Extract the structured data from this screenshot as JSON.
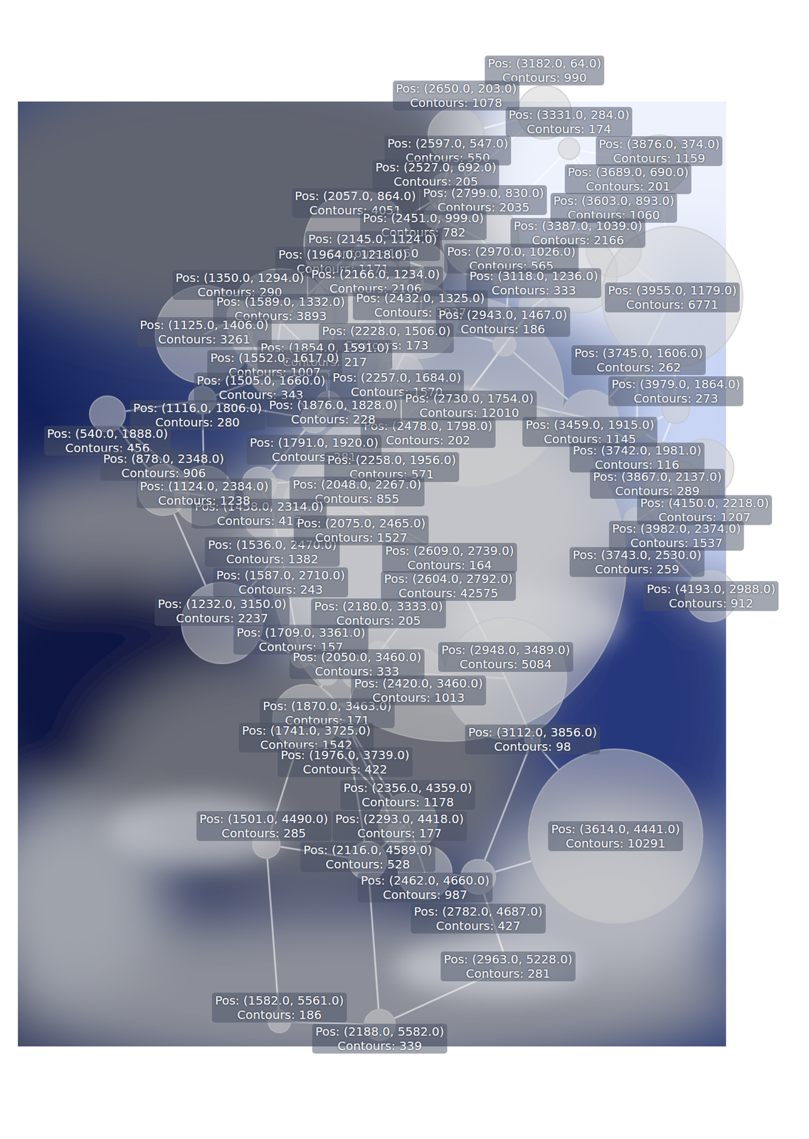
{
  "diagram": {
    "nodes": [
      {
        "text": [
          "Pos: (3182.0, 64.0)",
          "Contours: 990"
        ]
      },
      {
        "text": [
          "Pos: (2650.0, 203.0)",
          "Contours: 1078"
        ]
      },
      {
        "text": [
          "Pos: (3331.0, 284.0)",
          "Contours: 174"
        ]
      },
      {
        "text": [
          "Pos: (3876.0, 374.0)",
          "Contours: 1159"
        ]
      },
      {
        "text": [
          "Pos: (2597.0, 547.0)",
          "Contours: 550"
        ]
      },
      {
        "text": [
          "Pos: (3689.0, 690.0)",
          "Contours: 201"
        ]
      },
      {
        "text": [
          "Pos: (2527.0, 692.0)",
          "Contours: 205"
        ]
      },
      {
        "text": [
          "Pos: (2799.0, 830.0)",
          "Contours: 2035"
        ]
      },
      {
        "text": [
          "Pos: (2057.0, 864.0)",
          "Contours: 4051"
        ]
      },
      {
        "text": [
          "Pos: (3603.0, 893.0)",
          "Contours: 1060"
        ]
      },
      {
        "text": [
          "Pos: (2451.0, 999.0)",
          "Contours: 782"
        ]
      },
      {
        "text": [
          "Pos: (2970.0, 1026.0)",
          "Contours: 565"
        ]
      },
      {
        "text": [
          "Pos: (3387.0, 1039.0)",
          "Contours: 2166"
        ]
      },
      {
        "text": [
          "Pos: (2145.0, 1124.0)",
          "Contours: 1450"
        ]
      },
      {
        "text": [
          "Pos: (3955.0, 1179.0)",
          "Contours: 6771"
        ]
      },
      {
        "text": [
          "Pos: (1964.0, 1218.0)",
          "Contours: 1171"
        ]
      },
      {
        "text": [
          "Pos: (2166.0, 1234.0)",
          "Contours: 2106"
        ]
      },
      {
        "text": [
          "Pos: (3118.0, 1236.0)",
          "Contours: 333"
        ]
      },
      {
        "text": [
          "Pos: (1350.0, 1294.0)",
          "Contours: 290"
        ]
      },
      {
        "text": [
          "Pos: (2432.0, 1325.0)",
          "Contours: 1937"
        ]
      },
      {
        "text": [
          "Pos: (1589.0, 1332.0)",
          "Contours: 3893"
        ]
      },
      {
        "text": [
          "Pos: (1125.0, 1406.0)",
          "Contours: 3261"
        ]
      },
      {
        "text": [
          "Pos: (2943.0, 1467.0)",
          "Contours: 186"
        ]
      },
      {
        "text": [
          "Pos: (2228.0, 1506.0)",
          "Contours: 173"
        ]
      },
      {
        "text": [
          "Pos: (1854.0, 1591.0)",
          "Contours: 217"
        ]
      },
      {
        "text": [
          "Pos: (3745.0, 1606.0)",
          "Contours: 262"
        ]
      },
      {
        "text": [
          "Pos: (1552.0, 1617.0)",
          "Contours: 1007"
        ]
      },
      {
        "text": [
          "Pos: (1505.0, 1660.0)",
          "Contours: 343"
        ]
      },
      {
        "text": [
          "Pos: (2257.0, 1684.0)",
          "Contours: 1570"
        ]
      },
      {
        "text": [
          "Pos: (2730.0, 1754.0)",
          "Contours: 12010"
        ]
      },
      {
        "text": [
          "Pos: (2478.0, 1798.0)",
          "Contours: 202"
        ]
      },
      {
        "text": [
          "Pos: (1116.0, 1806.0)",
          "Contours: 280"
        ]
      },
      {
        "text": [
          "Pos: (1876.0, 1828.0)",
          "Contours: 228"
        ]
      },
      {
        "text": [
          "Pos: (540.0, 1888.0)",
          "Contours: 456"
        ]
      },
      {
        "text": [
          "Pos: (3459.0, 1915.0)",
          "Contours: 1145"
        ]
      },
      {
        "text": [
          "Pos: (1791.0, 1920.0)",
          "Contours: 281"
        ]
      },
      {
        "text": [
          "Pos: (2258.0, 1956.0)",
          "Contours: 571"
        ]
      },
      {
        "text": [
          "Pos: (3979.0, 1864.0)",
          "Contours: 273"
        ]
      },
      {
        "text": [
          "Pos: (3742.0, 1981.0)",
          "Contours: 116"
        ]
      },
      {
        "text": [
          "Pos: (3867.0, 2137.0)",
          "Contours: 289"
        ]
      },
      {
        "text": [
          "Pos: (4150.0, 2218.0)",
          "Contours: 1207"
        ]
      },
      {
        "text": [
          "Pos: (2048.0, 2267.0)",
          "Contours: 855"
        ]
      },
      {
        "text": [
          "Pos: (1458.0, 2314.0)",
          "Contours: 417"
        ]
      },
      {
        "text": [
          "Pos: (878.0, 2348.0)",
          "Contours: 906"
        ]
      },
      {
        "text": [
          "Pos: (1124.0, 2384.0)",
          "Contours: 1238"
        ]
      },
      {
        "text": [
          "Pos: (1536.0, 2470.0)",
          "Contours: 1382"
        ]
      },
      {
        "text": [
          "Pos: (2075.0, 2465.0)",
          "Contours: 1527"
        ]
      },
      {
        "text": [
          "Pos: (3982.0, 2374.0)",
          "Contours: 1537"
        ]
      },
      {
        "text": [
          "Pos: (3743.0, 2530.0)",
          "Contours: 259"
        ]
      },
      {
        "text": [
          "Pos: (1587.0, 2710.0)",
          "Contours: 243"
        ]
      },
      {
        "text": [
          "Pos: (2609.0, 2739.0)",
          "Contours: 164"
        ]
      },
      {
        "text": [
          "Pos: (2604.0, 2792.0)",
          "Contours: 42575"
        ]
      },
      {
        "text": [
          "Pos: (4193.0, 2988.0)",
          "Contours: 912"
        ]
      },
      {
        "text": [
          "Pos: (1232.0, 3150.0)",
          "Contours: 2237"
        ]
      },
      {
        "text": [
          "Pos: (1709.0, 3361.0)",
          "Contours: 157"
        ]
      },
      {
        "text": [
          "Pos: (2180.0, 3333.0)",
          "Contours: 205"
        ]
      },
      {
        "text": [
          "Pos: (1870.0, 3463.0)",
          "Contours: 171"
        ]
      },
      {
        "text": [
          "Pos: (2050.0, 3460.0)",
          "Contours: 333"
        ]
      },
      {
        "text": [
          "Pos: (2420.0, 3460.0)",
          "Contours: 1013"
        ]
      },
      {
        "text": [
          "Pos: (2948.0, 3489.0)",
          "Contours: 5084"
        ]
      },
      {
        "text": [
          "Pos: (1741.0, 3725.0)",
          "Contours: 1542"
        ]
      },
      {
        "text": [
          "Pos: (1976.0, 3739.0)",
          "Contours: 422"
        ]
      },
      {
        "text": [
          "Pos: (3112.0, 3856.0)",
          "Contours: 98"
        ]
      },
      {
        "text": [
          "Pos: (2356.0, 4359.0)",
          "Contours: 1178"
        ]
      },
      {
        "text": [
          "Pos: (2293.0, 4418.0)",
          "Contours: 177"
        ]
      },
      {
        "text": [
          "Pos: (3614.0, 4441.0)",
          "Contours: 10291"
        ]
      },
      {
        "text": [
          "Pos: (1501.0, 4490.0)",
          "Contours: 285"
        ]
      },
      {
        "text": [
          "Pos: (2116.0, 4589.0)",
          "Contours: 528"
        ]
      },
      {
        "text": [
          "Pos: (2462.0, 4660.0)",
          "Contours: 987"
        ]
      },
      {
        "text": [
          "Pos: (2782.0, 4687.0)",
          "Contours: 427"
        ]
      },
      {
        "text": [
          "Pos: (2963.0, 5228.0)",
          "Contours: 281"
        ]
      },
      {
        "text": [
          "Pos: (1582.0, 5561.0)",
          "Contours: 186"
        ]
      },
      {
        "text": [
          "Pos: (2188.0, 5582.0)",
          "Contours: 339"
        ]
      }
    ],
    "edges": [
      {
        "from": 0,
        "to": 1,
        "arrow": "none"
      },
      {
        "from": 0,
        "to": 2,
        "arrow": "none"
      },
      {
        "from": 0,
        "to": 3,
        "arrow": "none"
      },
      {
        "from": 0,
        "to": 4,
        "arrow": "none"
      },
      {
        "from": 1,
        "to": 4,
        "arrow": "none"
      },
      {
        "from": 1,
        "to": 6,
        "arrow": "none"
      },
      {
        "from": 1,
        "to": 7,
        "arrow": "none"
      },
      {
        "from": 2,
        "to": 3,
        "arrow": "none"
      },
      {
        "from": 2,
        "to": 5,
        "arrow": "none"
      },
      {
        "from": 2,
        "to": 9,
        "arrow": "none"
      },
      {
        "from": 2,
        "to": 7,
        "arrow": "none"
      },
      {
        "from": 3,
        "to": 5,
        "arrow": "none"
      },
      {
        "from": 3,
        "to": 14,
        "arrow": "none"
      },
      {
        "from": 4,
        "to": 6,
        "arrow": "none"
      },
      {
        "from": 4,
        "to": 8,
        "arrow": "none"
      },
      {
        "from": 4,
        "to": 10,
        "arrow": "none"
      },
      {
        "from": 5,
        "to": 9,
        "arrow": "none"
      },
      {
        "from": 5,
        "to": 12,
        "arrow": "none"
      },
      {
        "from": 6,
        "to": 7,
        "arrow": "none"
      },
      {
        "from": 6,
        "to": 10,
        "arrow": "none"
      },
      {
        "from": 7,
        "to": 11,
        "arrow": "none"
      },
      {
        "from": 7,
        "to": 12,
        "arrow": "none"
      },
      {
        "from": 7,
        "to": 17,
        "arrow": "none"
      },
      {
        "from": 8,
        "to": 10,
        "arrow": "none"
      },
      {
        "from": 8,
        "to": 13,
        "arrow": "none"
      },
      {
        "from": 8,
        "to": 15,
        "arrow": "none"
      },
      {
        "from": 8,
        "to": 20,
        "arrow": "none"
      },
      {
        "from": 9,
        "to": 12,
        "arrow": "none"
      },
      {
        "from": 9,
        "to": 14,
        "arrow": "none"
      },
      {
        "from": 10,
        "to": 13,
        "arrow": "none"
      },
      {
        "from": 10,
        "to": 16,
        "arrow": "none"
      },
      {
        "from": 10,
        "to": 19,
        "arrow": "none"
      },
      {
        "from": 11,
        "to": 12,
        "arrow": "none"
      },
      {
        "from": 11,
        "to": 17,
        "arrow": "none"
      },
      {
        "from": 11,
        "to": 22,
        "arrow": "none"
      },
      {
        "from": 12,
        "to": 14,
        "arrow": "none"
      },
      {
        "from": 12,
        "to": 17,
        "arrow": "none"
      },
      {
        "from": 13,
        "to": 15,
        "arrow": "none"
      },
      {
        "from": 13,
        "to": 16,
        "arrow": "none"
      },
      {
        "from": 13,
        "to": 23,
        "arrow": "none"
      },
      {
        "from": 14,
        "to": 25,
        "arrow": "none"
      },
      {
        "from": 14,
        "to": 37,
        "arrow": "none"
      },
      {
        "from": 15,
        "to": 20,
        "arrow": "none"
      },
      {
        "from": 15,
        "to": 24,
        "arrow": "none"
      },
      {
        "from": 16,
        "to": 19,
        "arrow": "none"
      },
      {
        "from": 16,
        "to": 23,
        "arrow": "none"
      },
      {
        "from": 17,
        "to": 22,
        "arrow": "none"
      },
      {
        "from": 17,
        "to": 29,
        "arrow": "none"
      },
      {
        "from": 18,
        "to": 20,
        "arrow": "none"
      },
      {
        "from": 18,
        "to": 21,
        "arrow": "none"
      },
      {
        "from": 18,
        "to": 27,
        "arrow": "none"
      },
      {
        "from": 19,
        "to": 22,
        "arrow": "none"
      },
      {
        "from": 19,
        "to": 28,
        "arrow": "none"
      },
      {
        "from": 20,
        "to": 24,
        "arrow": "none"
      },
      {
        "from": 20,
        "to": 26,
        "arrow": "none"
      },
      {
        "from": 21,
        "to": 31,
        "arrow": "none"
      },
      {
        "from": 21,
        "to": 27,
        "arrow": "none"
      },
      {
        "from": 22,
        "to": 29,
        "arrow": "none"
      },
      {
        "from": 22,
        "to": 34,
        "arrow": "none"
      },
      {
        "from": 23,
        "to": 28,
        "arrow": "none"
      },
      {
        "from": 24,
        "to": 26,
        "arrow": "none"
      },
      {
        "from": 24,
        "to": 32,
        "arrow": "none"
      },
      {
        "from": 25,
        "to": 34,
        "arrow": "none"
      },
      {
        "from": 25,
        "to": 37,
        "arrow": "none"
      },
      {
        "from": 25,
        "to": 38,
        "arrow": "none"
      },
      {
        "from": 26,
        "to": 27,
        "arrow": "none"
      },
      {
        "from": 26,
        "to": 35,
        "arrow": "none"
      },
      {
        "from": 27,
        "to": 31,
        "arrow": "none"
      },
      {
        "from": 28,
        "to": 30,
        "arrow": "none"
      },
      {
        "from": 28,
        "to": 36,
        "arrow": "none"
      },
      {
        "from": 29,
        "to": 30,
        "arrow": "none"
      },
      {
        "from": 29,
        "to": 34,
        "arrow": "none"
      },
      {
        "from": 30,
        "to": 36,
        "arrow": "none"
      },
      {
        "from": 31,
        "to": 33,
        "arrow": "none"
      },
      {
        "from": 31,
        "to": 35,
        "arrow": "none"
      },
      {
        "from": 31,
        "to": 44,
        "arrow": "none"
      },
      {
        "from": 32,
        "to": 35,
        "arrow": "none"
      },
      {
        "from": 32,
        "to": 36,
        "arrow": "none"
      },
      {
        "from": 33,
        "to": 43,
        "arrow": "none"
      },
      {
        "from": 33,
        "to": 44,
        "arrow": "none"
      },
      {
        "from": 34,
        "to": 38,
        "arrow": "none"
      },
      {
        "from": 34,
        "to": 39,
        "arrow": "none"
      },
      {
        "from": 35,
        "to": 42,
        "arrow": "none"
      },
      {
        "from": 36,
        "to": 41,
        "arrow": "none"
      },
      {
        "from": 37,
        "to": 39,
        "arrow": "none"
      },
      {
        "from": 37,
        "to": 38,
        "arrow": "none"
      },
      {
        "from": 38,
        "to": 40,
        "arrow": "none"
      },
      {
        "from": 39,
        "to": 47,
        "arrow": "none"
      },
      {
        "from": 40,
        "to": 47,
        "arrow": "none"
      },
      {
        "from": 41,
        "to": 42,
        "arrow": "none"
      },
      {
        "from": 41,
        "to": 46,
        "arrow": "none"
      },
      {
        "from": 42,
        "to": 45,
        "arrow": "none"
      },
      {
        "from": 43,
        "to": 44,
        "arrow": "none"
      },
      {
        "from": 43,
        "to": 53,
        "arrow": "none"
      },
      {
        "from": 44,
        "to": 45,
        "arrow": "none"
      },
      {
        "from": 45,
        "to": 49,
        "arrow": "none"
      },
      {
        "from": 46,
        "to": 50,
        "arrow": "none"
      },
      {
        "from": 46,
        "to": 51,
        "arrow": "none"
      },
      {
        "from": 47,
        "to": 48,
        "arrow": "none"
      },
      {
        "from": 48,
        "to": 52,
        "arrow": "none"
      },
      {
        "from": 48,
        "to": 51,
        "arrow": "none"
      },
      {
        "from": 49,
        "to": 53,
        "arrow": "none"
      },
      {
        "from": 49,
        "to": 54,
        "arrow": "none"
      },
      {
        "from": 50,
        "to": 51,
        "arrow": "none"
      },
      {
        "from": 51,
        "to": 59,
        "arrow": "none"
      },
      {
        "from": 51,
        "to": 55,
        "arrow": "none"
      },
      {
        "from": 53,
        "to": 54,
        "arrow": "none"
      },
      {
        "from": 54,
        "to": 56,
        "arrow": "none"
      },
      {
        "from": 55,
        "to": 57,
        "arrow": "none"
      },
      {
        "from": 55,
        "to": 58,
        "arrow": "none"
      },
      {
        "from": 56,
        "to": 60,
        "arrow": "none"
      },
      {
        "from": 57,
        "to": 61,
        "arrow": "none"
      },
      {
        "from": 58,
        "to": 59,
        "arrow": "none"
      },
      {
        "from": 59,
        "to": 62,
        "arrow": "none"
      },
      {
        "from": 60,
        "to": 61,
        "arrow": "none"
      },
      {
        "from": 60,
        "to": 66,
        "arrow": "none"
      },
      {
        "from": 60,
        "to": 63,
        "arrow": "none"
      },
      {
        "from": 61,
        "to": 63,
        "arrow": "none"
      },
      {
        "from": 61,
        "to": 67,
        "arrow": "none"
      },
      {
        "from": 61,
        "to": 64,
        "arrow": "none"
      },
      {
        "from": 62,
        "to": 65,
        "arrow": "none"
      },
      {
        "from": 62,
        "to": 69,
        "arrow": "none"
      },
      {
        "from": 63,
        "to": 64,
        "arrow": "none"
      },
      {
        "from": 63,
        "to": 68,
        "arrow": "none"
      },
      {
        "from": 64,
        "to": 67,
        "arrow": "none"
      },
      {
        "from": 65,
        "to": 69,
        "arrow": "none"
      },
      {
        "from": 66,
        "to": 67,
        "arrow": "none"
      },
      {
        "from": 66,
        "to": 71,
        "arrow": "none"
      },
      {
        "from": 67,
        "to": 68,
        "arrow": "none"
      },
      {
        "from": 67,
        "to": 72,
        "arrow": "none"
      },
      {
        "from": 68,
        "to": 69,
        "arrow": "none"
      },
      {
        "from": 69,
        "to": 70,
        "arrow": "none"
      },
      {
        "from": 70,
        "to": 72,
        "arrow": "none"
      },
      {
        "from": 71,
        "to": 72,
        "arrow": "none"
      }
    ]
  }
}
